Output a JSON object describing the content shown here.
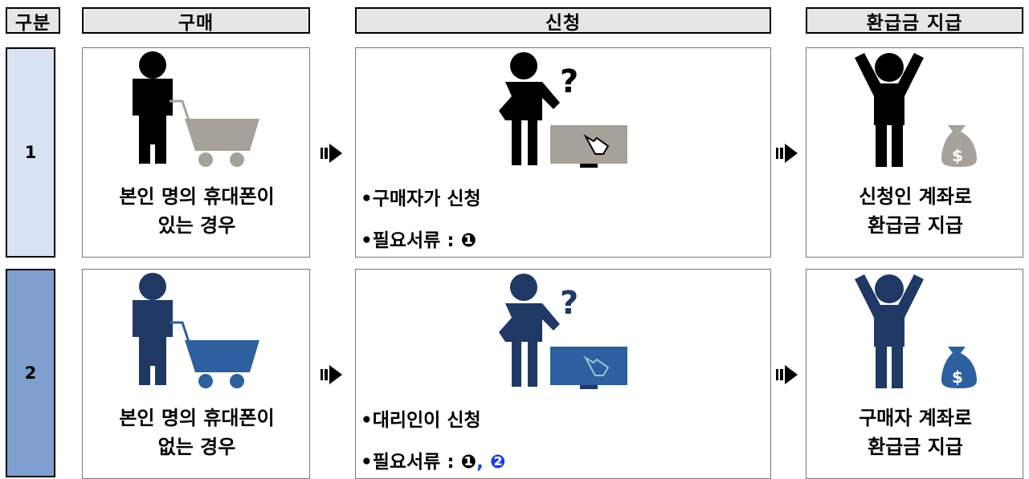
{
  "headers": {
    "category": "구분",
    "purchase": "구매",
    "apply": "신청",
    "refund": "환급금 지급"
  },
  "rows": [
    {
      "number": "1",
      "purchase_line1": "본인 명의 휴대폰이",
      "purchase_line2": "있는 경우",
      "apply_who": "구매자가 신청",
      "docs_label": "필요서류 :",
      "docs_mark1": "❶",
      "docs_sep": "",
      "docs_mark2": "",
      "refund_line1": "신청인 계좌로",
      "refund_line2": "환급금 지급"
    },
    {
      "number": "2",
      "purchase_line1": "본인 명의 휴대폰이",
      "purchase_line2": "없는 경우",
      "apply_who": "대리인이 신청",
      "docs_label": "필요서류 :",
      "docs_mark1": "❶",
      "docs_sep": ",",
      "docs_mark2": "❷",
      "refund_line1": "구매자 계좌로",
      "refund_line2": "환급금 지급"
    }
  ],
  "colors": {
    "row1_fill": "#000000",
    "row1_cart": "#a6a29a",
    "row2_fill": "#1f3864",
    "row2_cart": "#2e5f9e",
    "num1_bg": "#dae3f3",
    "num2_bg": "#7f9fd0"
  },
  "icons": [
    "person-shopping-cart-icon",
    "person-question-monitor-icon",
    "person-cheering-money-bag-icon",
    "arrow-right-icon"
  ]
}
